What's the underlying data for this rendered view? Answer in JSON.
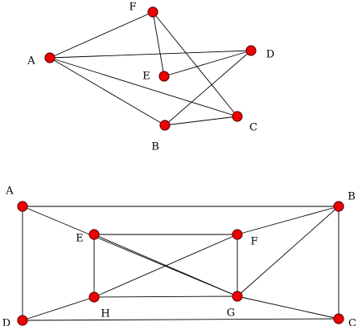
{
  "colors": {
    "vertex_fill": "#ee0000",
    "vertex_stroke": "#660000",
    "edge": "#000000",
    "background": "#ffffff"
  },
  "graphs": [
    {
      "id": "graph1",
      "vertices": [
        {
          "id": "A",
          "label": "A"
        },
        {
          "id": "F",
          "label": "F"
        },
        {
          "id": "D",
          "label": "D"
        },
        {
          "id": "E",
          "label": "E"
        },
        {
          "id": "B",
          "label": "B"
        },
        {
          "id": "C",
          "label": "C"
        }
      ],
      "edges": [
        [
          "A",
          "F"
        ],
        [
          "A",
          "D"
        ],
        [
          "A",
          "C"
        ],
        [
          "A",
          "B"
        ],
        [
          "F",
          "E"
        ],
        [
          "F",
          "C"
        ],
        [
          "E",
          "D"
        ],
        [
          "D",
          "B"
        ],
        [
          "B",
          "C"
        ]
      ]
    },
    {
      "id": "graph2",
      "vertices": [
        {
          "id": "A",
          "label": "A"
        },
        {
          "id": "B",
          "label": "B"
        },
        {
          "id": "C",
          "label": "C"
        },
        {
          "id": "D",
          "label": "D"
        },
        {
          "id": "E",
          "label": "E"
        },
        {
          "id": "F",
          "label": "F"
        },
        {
          "id": "G",
          "label": "G"
        },
        {
          "id": "H",
          "label": "H"
        }
      ],
      "edges": [
        [
          "A",
          "B"
        ],
        [
          "A",
          "D"
        ],
        [
          "B",
          "C"
        ],
        [
          "D",
          "C"
        ],
        [
          "E",
          "F"
        ],
        [
          "E",
          "H"
        ],
        [
          "F",
          "G"
        ],
        [
          "H",
          "G"
        ],
        [
          "A",
          "G"
        ],
        [
          "B",
          "F"
        ],
        [
          "B",
          "G"
        ],
        [
          "D",
          "H"
        ],
        [
          "C",
          "G"
        ],
        [
          "E",
          "G"
        ],
        [
          "H",
          "F"
        ]
      ]
    }
  ]
}
